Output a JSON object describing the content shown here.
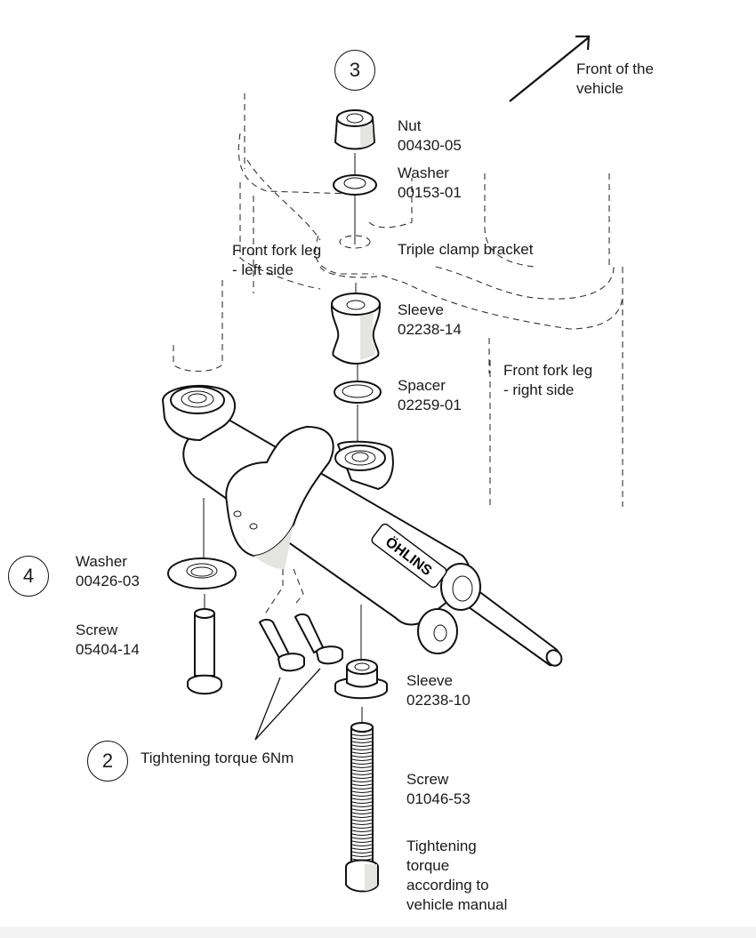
{
  "title": "Steering damper mounting – exploded view",
  "direction": {
    "label_line1": "Front of the",
    "label_line2": "vehicle"
  },
  "callouts": [
    {
      "number": "3"
    },
    {
      "number": "4"
    },
    {
      "number": "2"
    }
  ],
  "context_labels": {
    "triple_clamp": "Triple clamp bracket",
    "fork_left_line1": "Front fork leg",
    "fork_left_line2": "- left side",
    "fork_right_line1": "Front fork leg",
    "fork_right_line2": "- right side"
  },
  "parts": [
    {
      "name": "Nut",
      "number": "00430-05"
    },
    {
      "name": "Washer",
      "number": "00153-01"
    },
    {
      "name": "Sleeve",
      "number": "02238-14"
    },
    {
      "name": "Spacer",
      "number": "02259-01"
    },
    {
      "name": "Washer",
      "number": "00426-03"
    },
    {
      "name": "Screw",
      "number": "05404-14"
    },
    {
      "name": "Sleeve",
      "number": "02238-10"
    },
    {
      "name": "Screw",
      "number": "01046-53"
    }
  ],
  "torque_notes": {
    "clamp_screws": "Tightening torque 6Nm",
    "main_screw_line1": "Tightening",
    "main_screw_line2": "torque",
    "main_screw_line3": "according to",
    "main_screw_line4": "vehicle manual"
  },
  "brand_label": "ÖHLINS"
}
